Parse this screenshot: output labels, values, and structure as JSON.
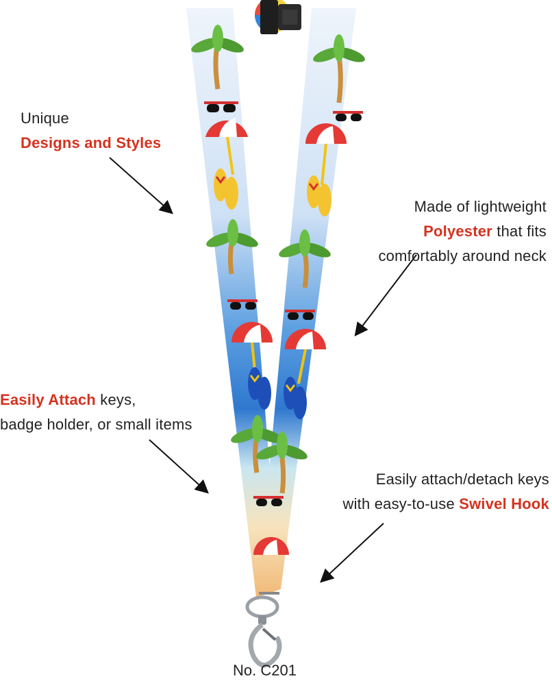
{
  "annotations": {
    "unique": {
      "line1": "Unique",
      "highlight": "Designs and Styles"
    },
    "material": {
      "line1_prefix": "Made of lightweight",
      "highlight": "Polyester",
      "line2_suffix": " that fits",
      "line3": "comfortably around neck"
    },
    "attach": {
      "highlight": "Easily Attach",
      "line1_suffix": " keys,",
      "line2": "badge holder, or small items"
    },
    "hook": {
      "line1": "Easily attach/detach keys",
      "line2_prefix": "with easy-to-use ",
      "highlight": "Swivel Hook"
    }
  },
  "model_number": "No. C201",
  "colors": {
    "accent": "#d5321f",
    "text": "#222222",
    "sky_top": "#e8f1fb",
    "sky_mid": "#3d86d6",
    "sand": "#f3c58e"
  },
  "icons": [
    "beach-ball-icon",
    "buckle-icon",
    "palm-tree-icon",
    "sunglasses-icon",
    "umbrella-icon",
    "flip-flops-icon",
    "swivel-hook-icon",
    "arrow-icon"
  ]
}
